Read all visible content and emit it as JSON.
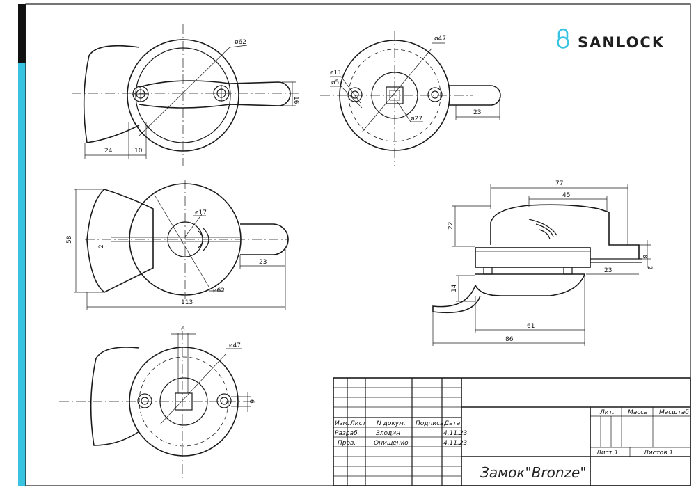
{
  "brand": {
    "name": "SANLOCK",
    "accent": "#38c3e0",
    "ink": "#1f1f1f"
  },
  "views": {
    "top_left": {
      "diameter": "ø62",
      "height": "16",
      "width_left": "24",
      "width_gap": "10"
    },
    "top_right": {
      "d_outer": "ø47",
      "d_hole": "ø11",
      "d_small": "ø5",
      "d_inner": "ø27",
      "length": "23"
    },
    "mid_left": {
      "height": "58",
      "small": "2",
      "d_center": "ø17",
      "d_outer": "ø62",
      "length": "23",
      "total": "113"
    },
    "side": {
      "top": "77",
      "upper": "45",
      "height": "22",
      "right_h": "8",
      "right_small": "2",
      "tail": "23",
      "lower_h": "14",
      "base": "61",
      "total": "86"
    },
    "bottom_left": {
      "slot": "6",
      "diameter": "ø47",
      "side": "6"
    }
  },
  "title_block": {
    "headers": [
      "Изм.",
      "Лист",
      "N докум.",
      "Подпись",
      "Дата"
    ],
    "rows": [
      {
        "role": "Разраб.",
        "name": "Злодин",
        "date": "4.11.23"
      },
      {
        "role": "Пров.",
        "name": "Онищенко",
        "date": "4.11.23"
      }
    ],
    "lit_label": "Лит.",
    "mass_label": "Масса",
    "scale_label": "Масштаб",
    "sheet_label": "Лист 1",
    "sheets_label": "Листов 1",
    "title": "Замок\"Bronze\""
  }
}
